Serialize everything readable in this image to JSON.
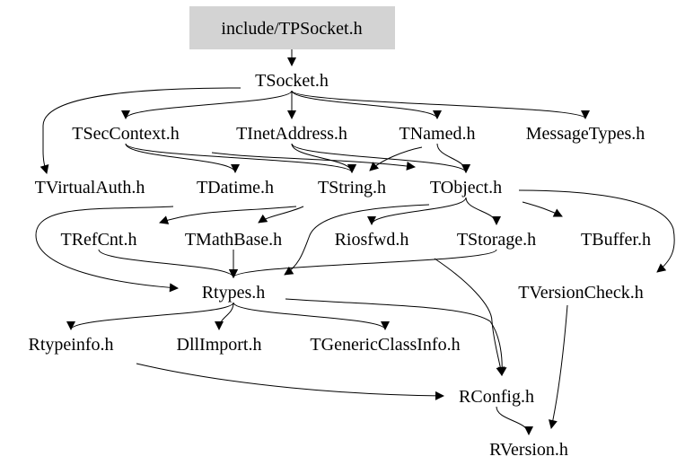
{
  "graph": {
    "root": "include/TPSocket.h",
    "root_fill": "#d3d3d3",
    "edge_color": "#000000",
    "nodes": [
      {
        "id": "tpsocket",
        "label": "include/TPSocket.h"
      },
      {
        "id": "tsocket",
        "label": "TSocket.h"
      },
      {
        "id": "tseccontext",
        "label": "TSecContext.h"
      },
      {
        "id": "tinetaddress",
        "label": "TInetAddress.h"
      },
      {
        "id": "tnamed",
        "label": "TNamed.h"
      },
      {
        "id": "messagetypes",
        "label": "MessageTypes.h"
      },
      {
        "id": "tvirtualauth",
        "label": "TVirtualAuth.h"
      },
      {
        "id": "tdatime",
        "label": "TDatime.h"
      },
      {
        "id": "tstring",
        "label": "TString.h"
      },
      {
        "id": "tobject",
        "label": "TObject.h"
      },
      {
        "id": "trefcnt",
        "label": "TRefCnt.h"
      },
      {
        "id": "tmathbase",
        "label": "TMathBase.h"
      },
      {
        "id": "riosfwd",
        "label": "Riosfwd.h"
      },
      {
        "id": "tstorage",
        "label": "TStorage.h"
      },
      {
        "id": "tbuffer",
        "label": "TBuffer.h"
      },
      {
        "id": "rtypes",
        "label": "Rtypes.h"
      },
      {
        "id": "tversioncheck",
        "label": "TVersionCheck.h"
      },
      {
        "id": "rtypeinfo",
        "label": "Rtypeinfo.h"
      },
      {
        "id": "dllimport",
        "label": "DllImport.h"
      },
      {
        "id": "tgenericclassinfo",
        "label": "TGenericClassInfo.h"
      },
      {
        "id": "rconfig",
        "label": "RConfig.h"
      },
      {
        "id": "rversion",
        "label": "RVersion.h"
      }
    ],
    "edges": [
      [
        "tpsocket",
        "tsocket"
      ],
      [
        "tsocket",
        "tseccontext"
      ],
      [
        "tsocket",
        "tinetaddress"
      ],
      [
        "tsocket",
        "tnamed"
      ],
      [
        "tsocket",
        "messagetypes"
      ],
      [
        "tsocket",
        "tvirtualauth"
      ],
      [
        "tseccontext",
        "tdatime"
      ],
      [
        "tseccontext",
        "tstring"
      ],
      [
        "tseccontext",
        "tobject"
      ],
      [
        "tinetaddress",
        "tstring"
      ],
      [
        "tinetaddress",
        "tobject"
      ],
      [
        "tnamed",
        "tstring"
      ],
      [
        "tnamed",
        "tobject"
      ],
      [
        "tdatime",
        "rtypes"
      ],
      [
        "tstring",
        "trefcnt"
      ],
      [
        "tstring",
        "tmathbase"
      ],
      [
        "tobject",
        "riosfwd"
      ],
      [
        "tobject",
        "tstorage"
      ],
      [
        "tobject",
        "tbuffer"
      ],
      [
        "tobject",
        "rtypes"
      ],
      [
        "tobject",
        "tversioncheck"
      ],
      [
        "trefcnt",
        "rtypes"
      ],
      [
        "tmathbase",
        "rtypes"
      ],
      [
        "tstorage",
        "rtypes"
      ],
      [
        "tstorage",
        "rconfig"
      ],
      [
        "rtypes",
        "rtypeinfo"
      ],
      [
        "rtypes",
        "dllimport"
      ],
      [
        "rtypes",
        "tgenericclassinfo"
      ],
      [
        "rtypes",
        "rconfig"
      ],
      [
        "rtypeinfo",
        "rconfig"
      ],
      [
        "rconfig",
        "rversion"
      ],
      [
        "tversioncheck",
        "rversion"
      ]
    ]
  }
}
